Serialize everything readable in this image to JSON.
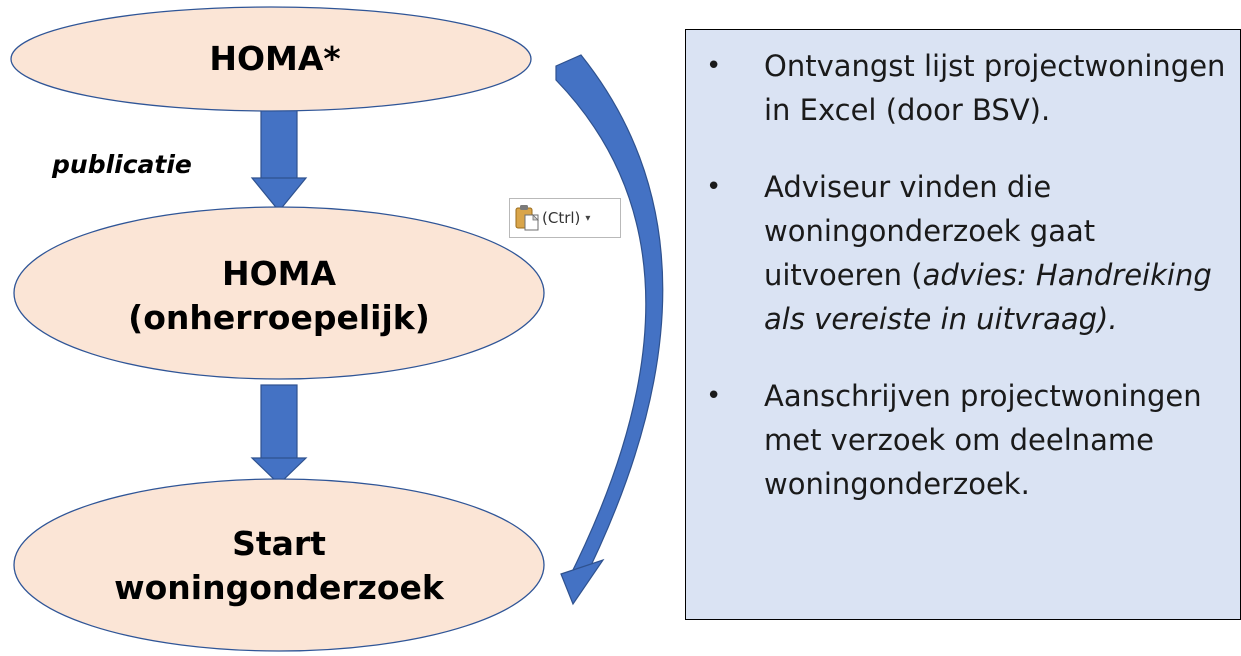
{
  "diagram": {
    "nodes": [
      {
        "id": "homa",
        "lines": [
          "HOMA*"
        ]
      },
      {
        "id": "homa-final",
        "lines": [
          "HOMA",
          "(onherroepelijk)"
        ]
      },
      {
        "id": "start",
        "lines": [
          "Start",
          "woningonderzoek"
        ]
      }
    ],
    "edge_label": "publicatie",
    "colors": {
      "node_fill": "#fbe5d6",
      "node_stroke": "#2f5597",
      "arrow": "#4472c4",
      "box_fill": "#dae3f3"
    }
  },
  "paste_options": {
    "label": "(Ctrl)",
    "icon": "clipboard-icon",
    "dropdown_icon": "caret-down-icon"
  },
  "info_box": {
    "bullet": "•",
    "items": [
      {
        "text": "Ontvangst lijst projectwoningen in Excel (door BSV).",
        "italic": ""
      },
      {
        "text": "Adviseur vinden die woningonderzoek gaat uitvoeren (",
        "italic": "advies: Handreiking als vereiste in uitvraag)."
      },
      {
        "text": "Aanschrijven projectwoningen met verzoek om deelname woningonderzoek.",
        "italic": ""
      }
    ]
  }
}
